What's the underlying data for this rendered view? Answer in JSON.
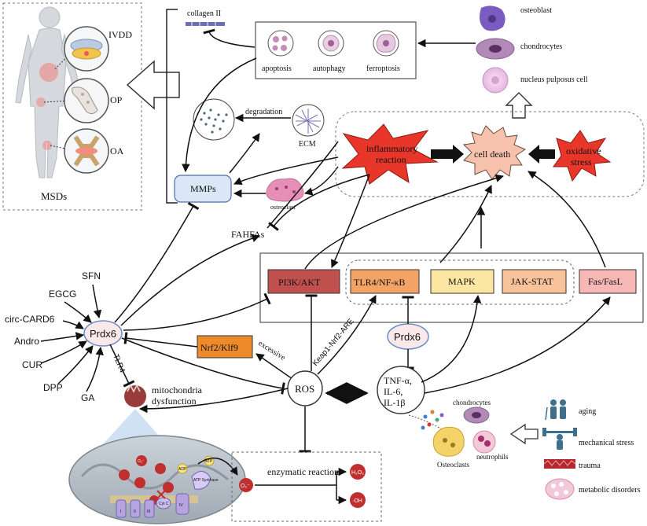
{
  "msds_panel": {
    "title": "MSDs",
    "diseases": [
      "IVDD",
      "OP",
      "OA"
    ]
  },
  "cell_death_forms": {
    "marker": "collagen II",
    "items": [
      "apoptosis",
      "autophagy",
      "ferroptosis"
    ]
  },
  "cell_types": {
    "osteoblast": "osteoblast",
    "chondrocytes": "chondrocytes",
    "nucleus_pulposus": "nucleus pulposus cell"
  },
  "matrix": {
    "degradation": "degradation",
    "ecm": "ECM",
    "mmps": "MMPs",
    "osteoclast": "osteoclast"
  },
  "core_events": {
    "inflammatory_line1": "inflammatory",
    "inflammatory_line2": "reaction",
    "cell_death": "cell death",
    "oxidative_line1": "oxidative",
    "oxidative_line2": "stress"
  },
  "pathways": [
    "PI3K/AKT",
    "TLR4/NF-κB",
    "MAPK",
    "JAK-STAT",
    "Fas/FasL"
  ],
  "regulators": [
    "SFN",
    "EGCG",
    "circ-CARD6",
    "Andro",
    "CUR",
    "DPP",
    "GA"
  ],
  "center": {
    "prdx6": "Prdx6",
    "prdx6_second": "Prdx6",
    "fahfas": "FAHFAs",
    "nrf2": "Nrf2/Klf9",
    "excessive": "excessive",
    "keap": "Keap1-Nrf2-ARE",
    "ros": "ROS",
    "tlr4": "TLR4",
    "mito_line1": "mitochondria",
    "mito_line2": "dysfunction",
    "cytokines": [
      "TNF-α,",
      "IL-6,",
      "IL-1β"
    ],
    "chondrocytes": "chondrocytes",
    "osteoclasts": "Osteoclasts",
    "neutrophils": "neutrophils"
  },
  "enzymatic": {
    "title": "enzymatic reaction",
    "o2": "O₂⁻",
    "h2o2": "H₂O₂",
    "oh": "·OH"
  },
  "mito_detail": {
    "complexes": [
      "I",
      "II",
      "III",
      "Cyt C",
      "IV"
    ],
    "atp_synthase": "ATP Synthase",
    "adp": "ADP",
    "atp": "ATP",
    "o2": "O₂⁻"
  },
  "risk_factors": [
    "aging",
    "mechanical stress",
    "trauma",
    "metabolic disorders"
  ],
  "colors": {
    "pi3k": "#c0504d",
    "tlr4": "#f2a365",
    "mapk": "#fbe7a1",
    "jak": "#f8c39a",
    "fas": "#f7b7b5",
    "nrf2": "#ec8a2c",
    "star_red": "#e8372a",
    "star_peach": "#f7c2ad",
    "mmps_fill": "#dbe7f7",
    "prdx6_fill": "#fbe9e9"
  }
}
